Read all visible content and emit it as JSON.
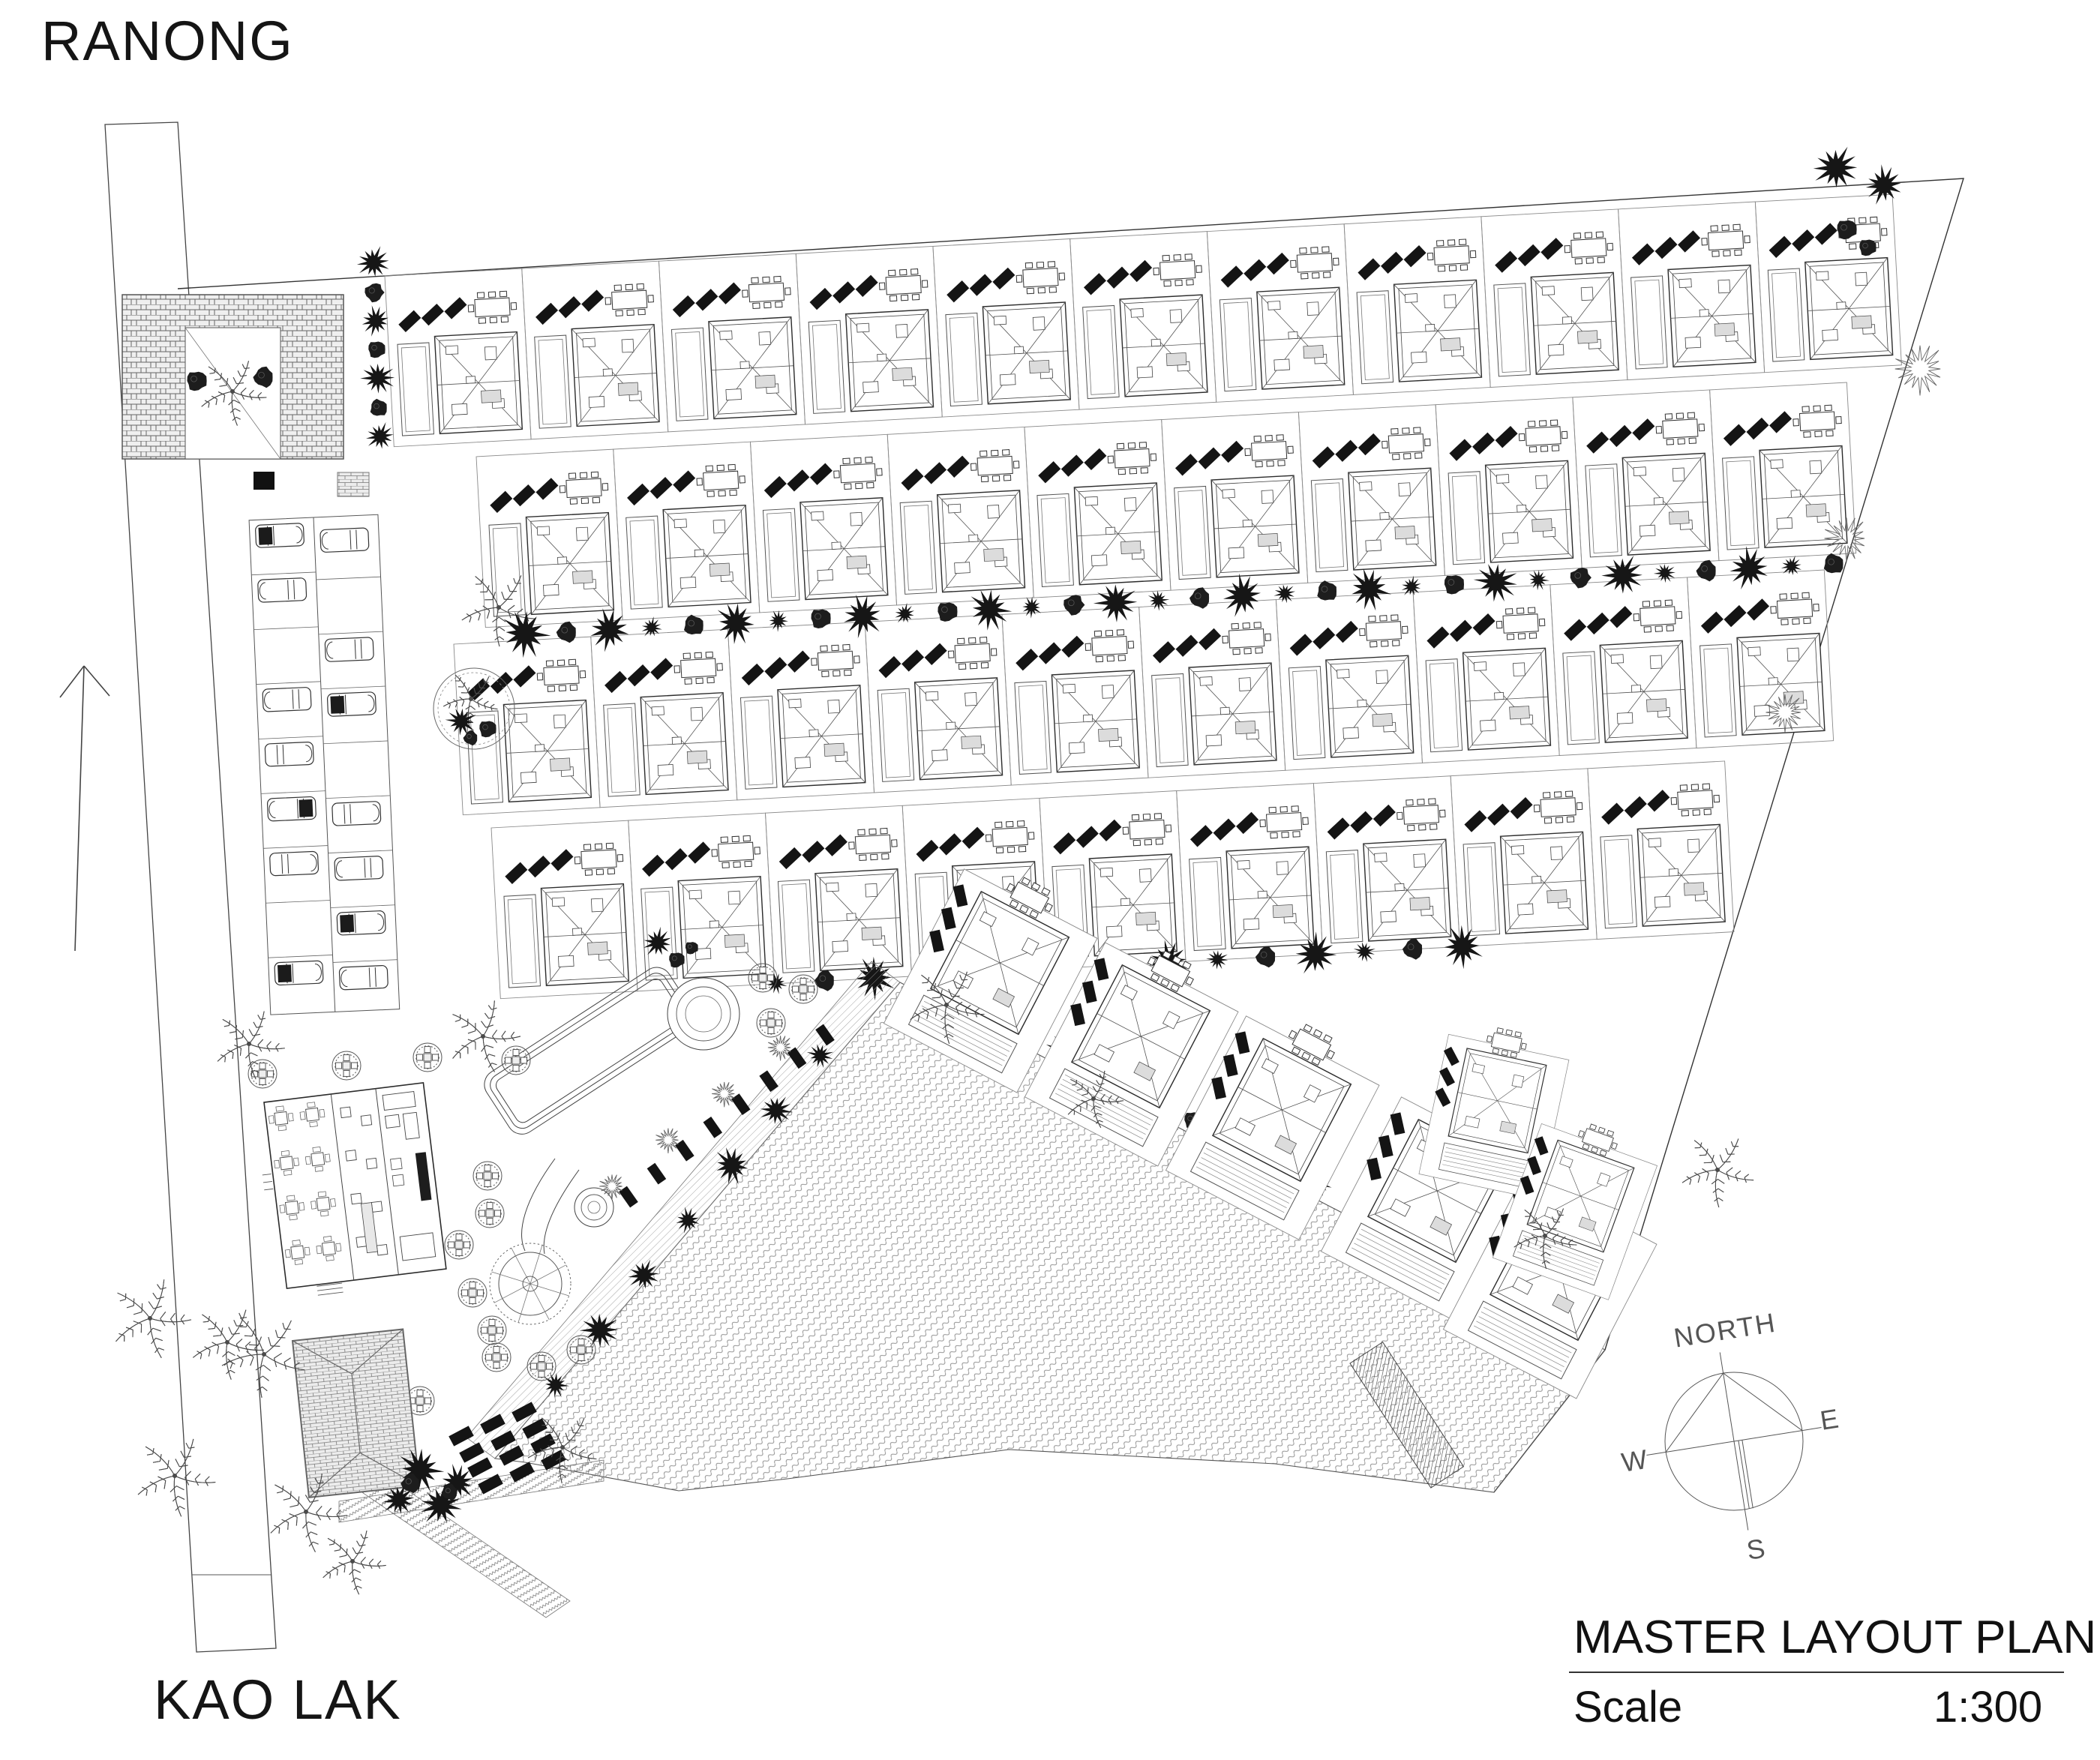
{
  "labels": {
    "road_top": "RANONG",
    "road_bottom": "KAO LAK"
  },
  "compass": {
    "north": "NORTH",
    "west": "W",
    "east": "E",
    "south": "S"
  },
  "title_block": {
    "title": "MASTER LAYOUT PLAN",
    "scale_label": "Scale",
    "scale_value": "1:300"
  },
  "site": {
    "villa_rows": [
      {
        "id": "row-1",
        "villa_count": 11
      },
      {
        "id": "row-2",
        "villa_count": 10
      },
      {
        "id": "row-3",
        "villa_count": 10
      },
      {
        "id": "row-4",
        "villa_count": 9
      }
    ],
    "beachfront_villa_count": 5,
    "hillside_villa_count": 2,
    "parking_car_count": 16,
    "features": [
      "entrance gate",
      "parking lot",
      "restaurant",
      "spa pavilion",
      "swimming pool",
      "pool bar",
      "beach",
      "palm trees"
    ]
  },
  "colors": {
    "ink": "#1f1f1f",
    "line": "#3a3a3a",
    "light_line": "#888888",
    "paper": "#ffffff",
    "tree_fill": "#161616"
  }
}
